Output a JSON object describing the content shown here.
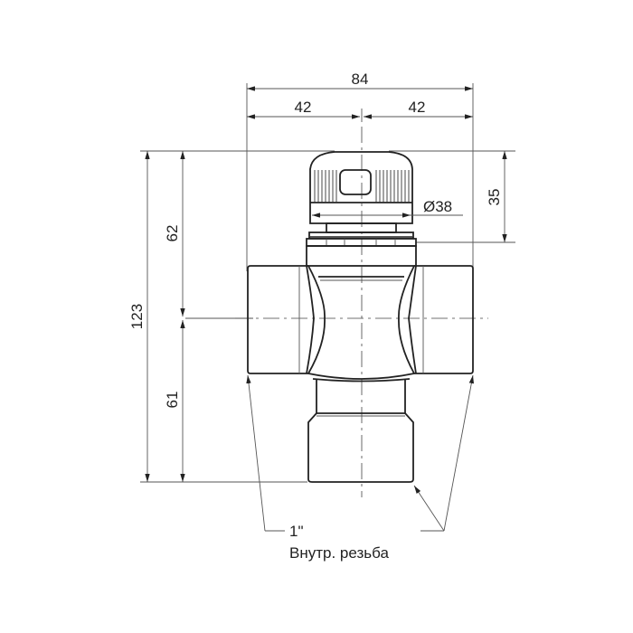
{
  "drawing": {
    "subject": "three-way thermostatic mixing valve",
    "dimensions": {
      "total_width": "84",
      "half_width_left": "42",
      "half_width_right": "42",
      "cap_diameter": "Ø38",
      "cap_height": "35",
      "total_height": "123",
      "upper_height": "62",
      "lower_height": "61"
    },
    "thread_size": "1\"",
    "thread_note": "Внутр. резьба"
  }
}
